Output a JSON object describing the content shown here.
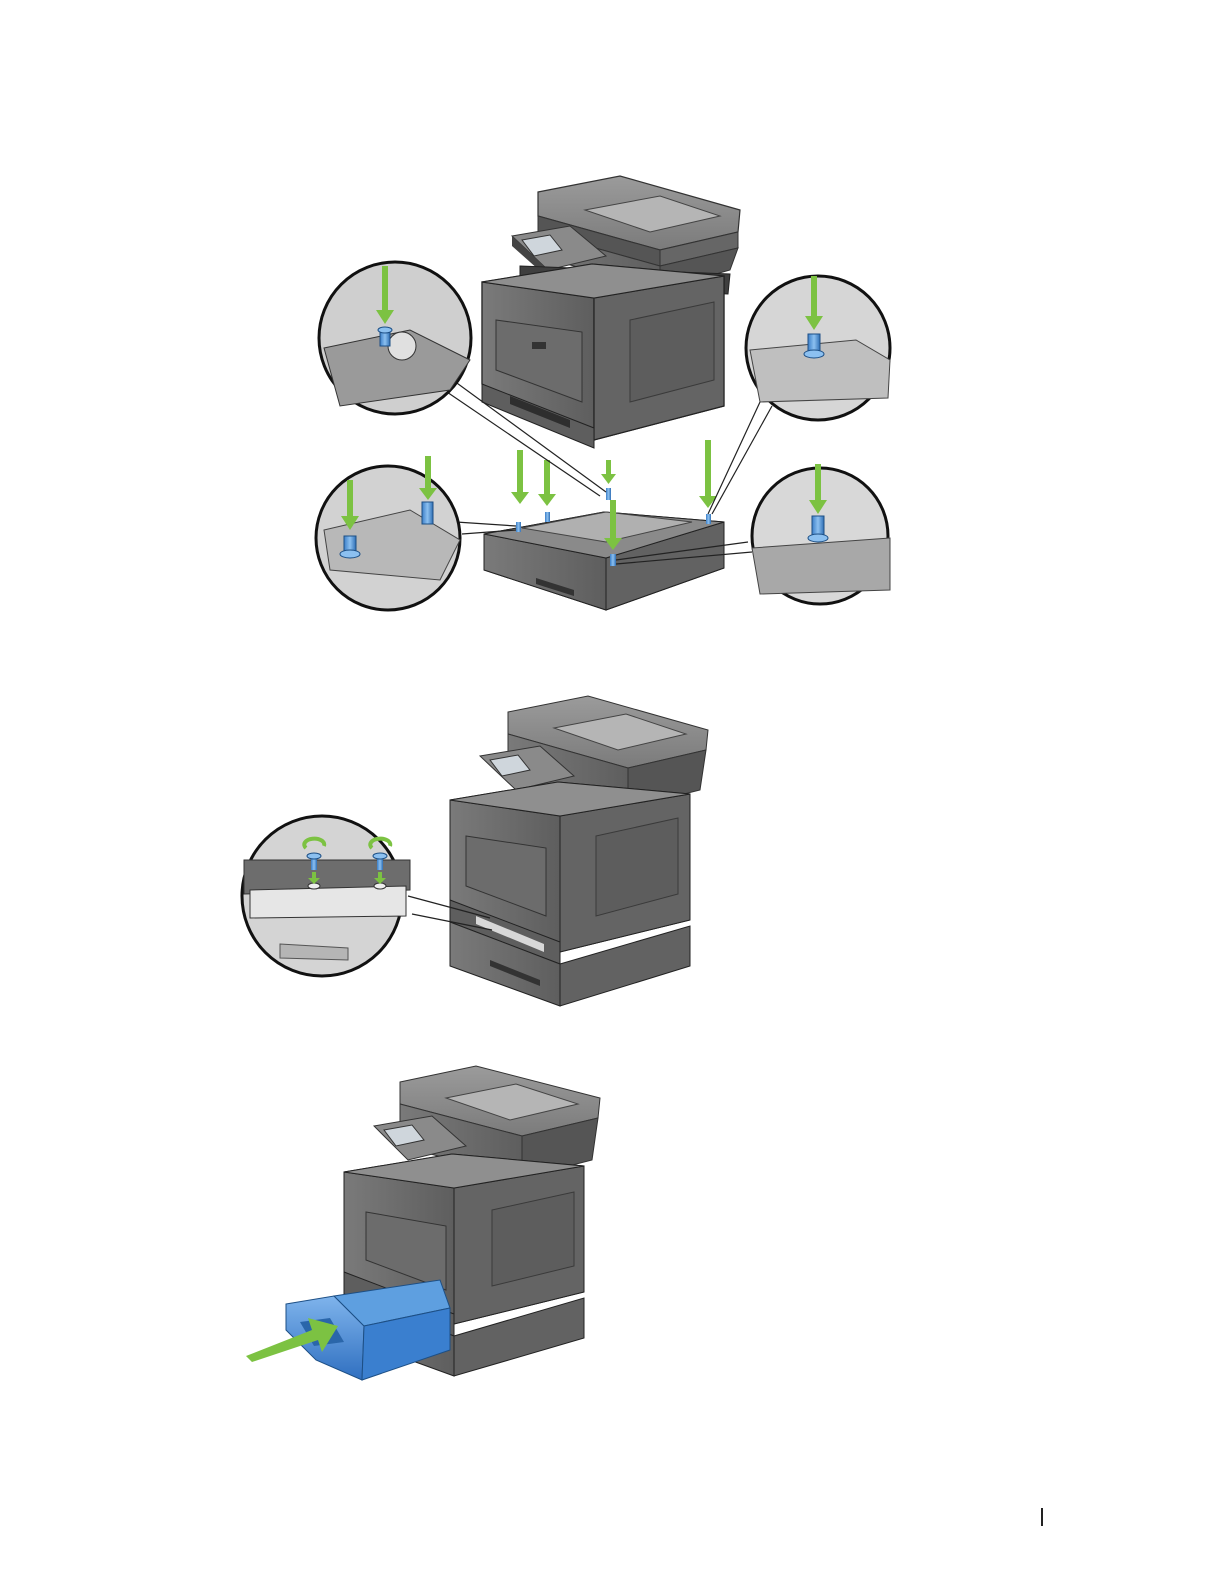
{
  "page": {
    "footer_separator": "|"
  },
  "figures": [
    {
      "name": "printer-and-optional-tray-alignment",
      "callouts": 4,
      "icons": [
        "down-arrow-icon",
        "guide-pin-icon"
      ]
    },
    {
      "name": "tray-screw-fastening",
      "callouts": 1,
      "icons": [
        "rotate-arrow-icon",
        "screw-icon"
      ]
    },
    {
      "name": "paper-tray-insertion",
      "callouts": 0,
      "icons": [
        "push-arrow-icon",
        "paper-tray-icon"
      ]
    }
  ],
  "colors": {
    "arrow_green": "#7cc242",
    "pin_blue": "#5b9bd5",
    "tray_blue": "#4a90d9",
    "printer_gray": "#6f6f6f",
    "printer_dark": "#4a4a4a",
    "printer_light": "#9a9a9a"
  }
}
